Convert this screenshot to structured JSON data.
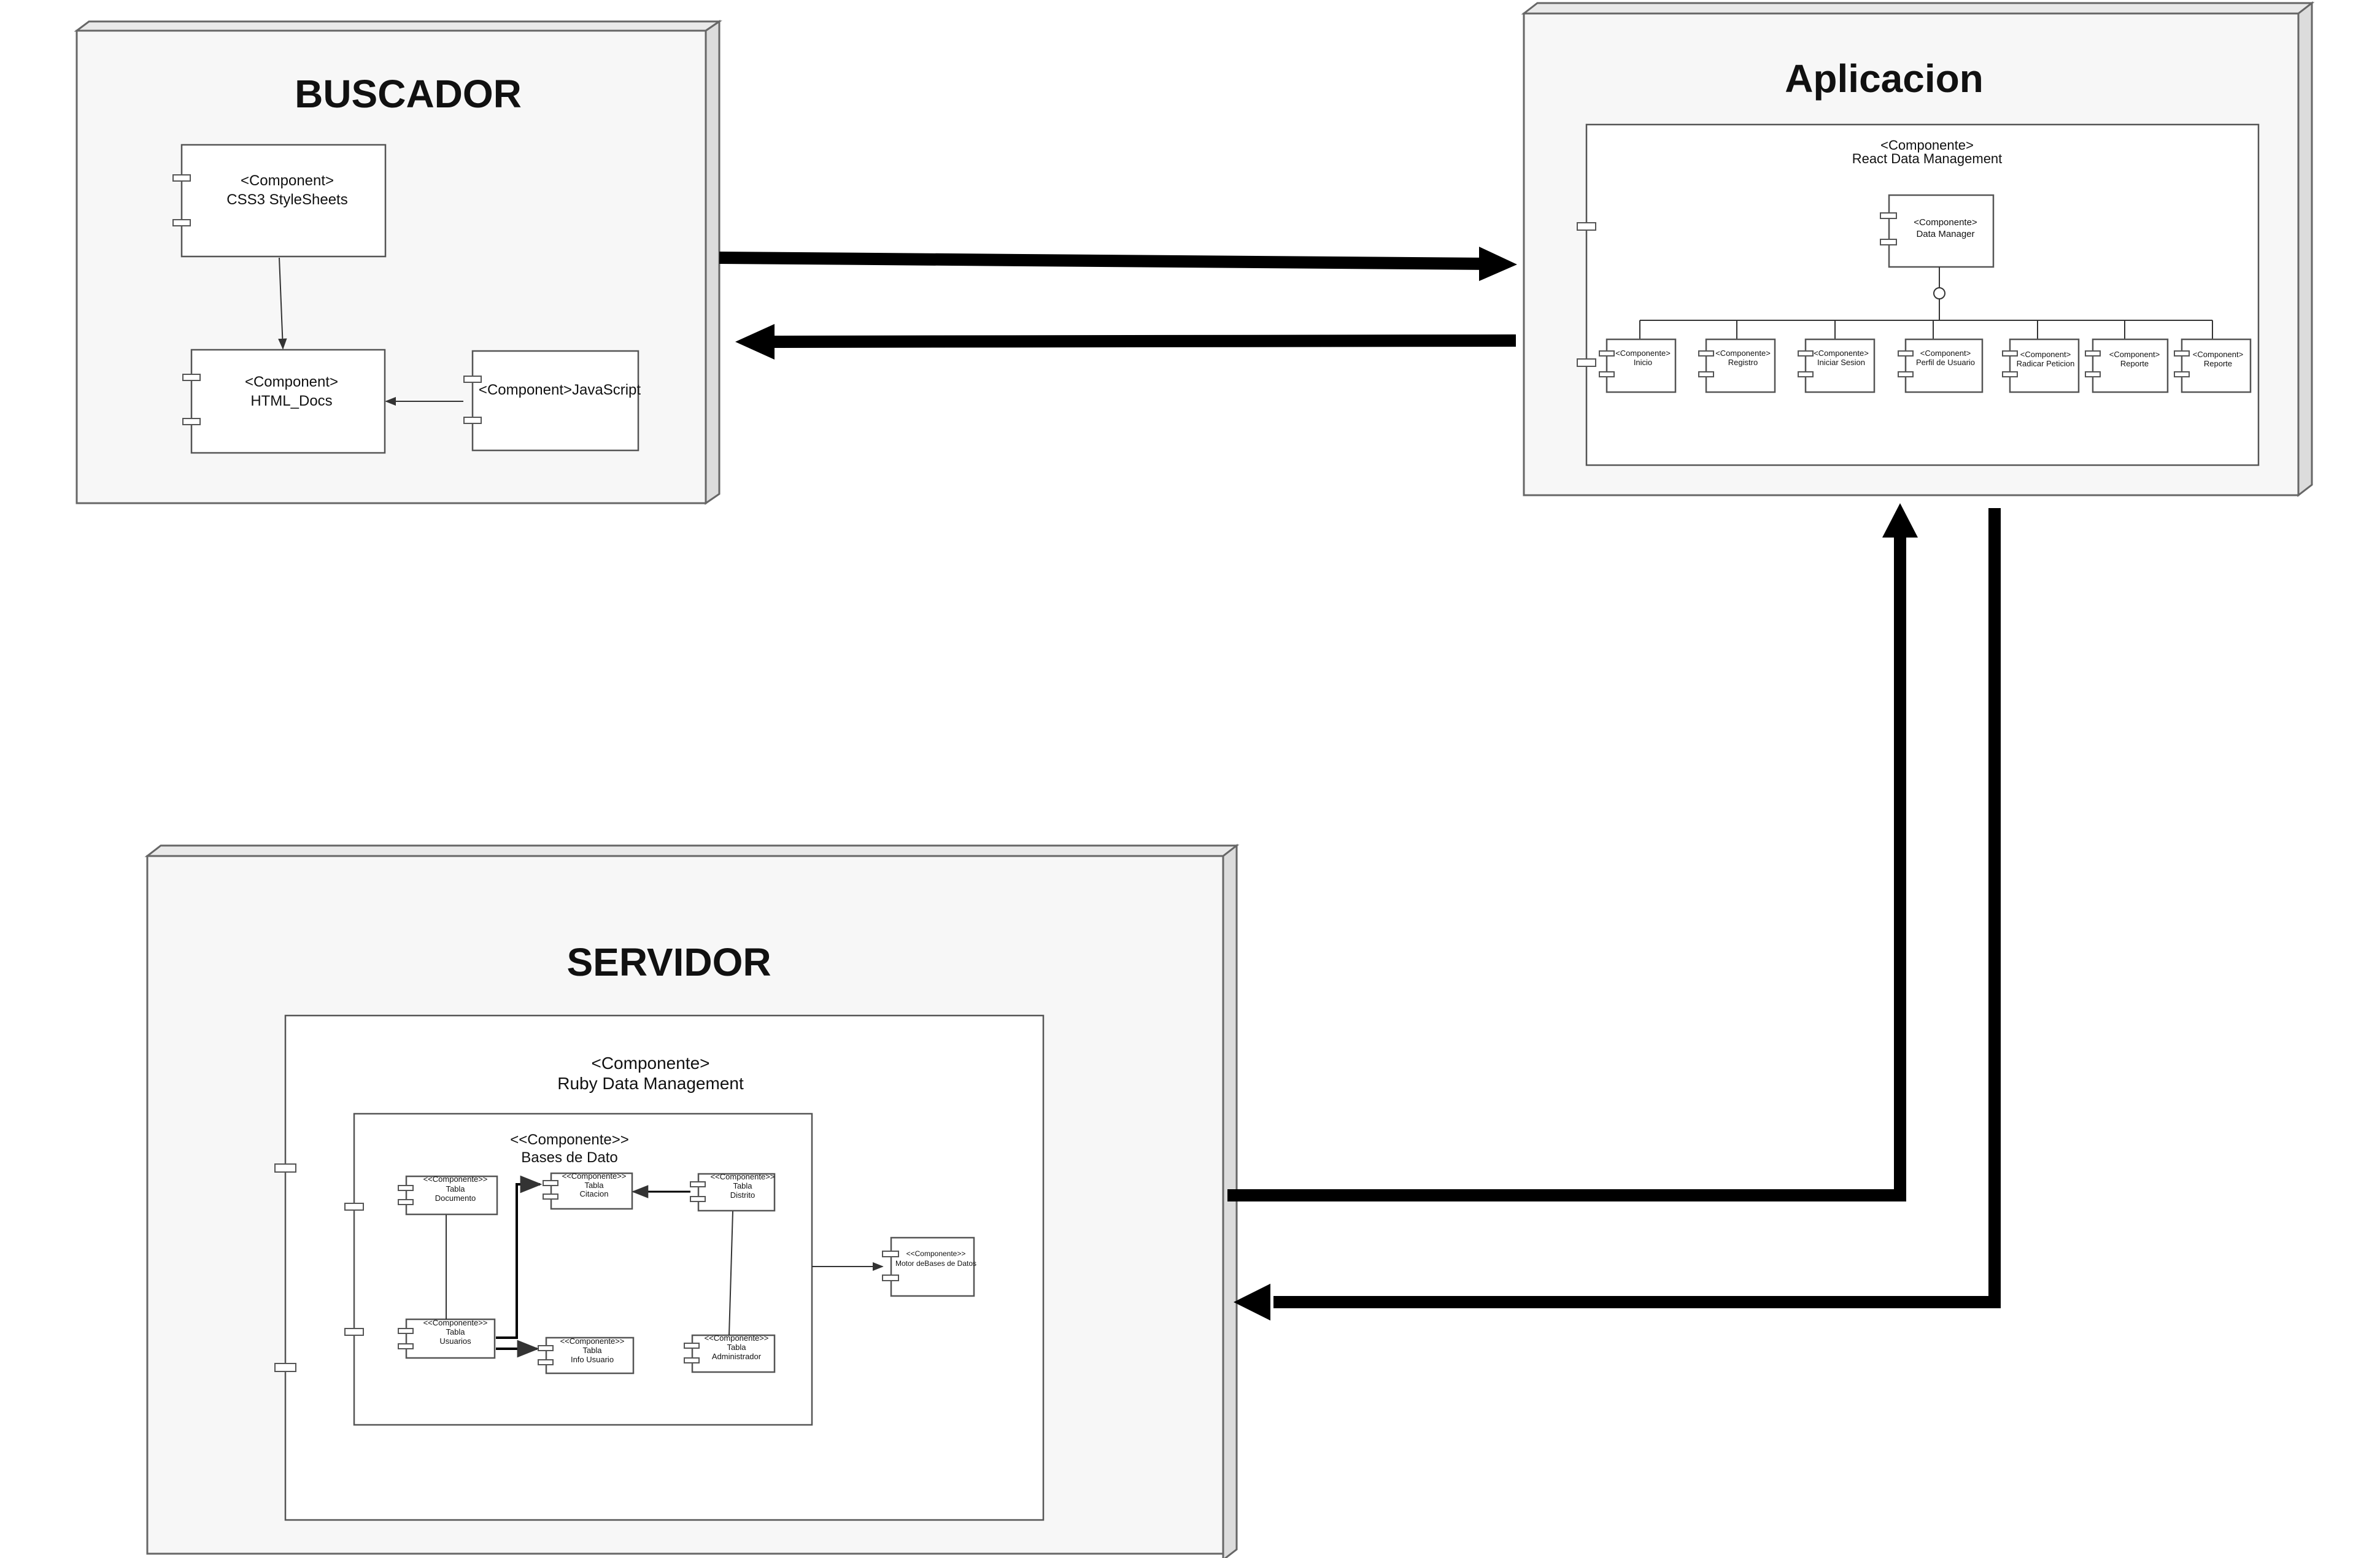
{
  "nodes": {
    "buscador": {
      "title": "BUSCADOR",
      "css": {
        "stereotype": "<Component>",
        "name": "CSS3 StyleSheets"
      },
      "html": {
        "stereotype": "<Component>",
        "name": "HTML_Docs"
      },
      "js": {
        "label": "<Component>JavaScript"
      }
    },
    "aplicacion": {
      "title": "Aplicacion",
      "react": {
        "stereotype": "<Componente>",
        "name": "React Data Management"
      },
      "data_manager": {
        "stereotype": "<Componente>",
        "name": "Data Manager"
      },
      "children": [
        {
          "stereotype": "<Componente>",
          "name": "Inicio"
        },
        {
          "stereotype": "<Componente>",
          "name": "Registro"
        },
        {
          "stereotype": "<Componente>",
          "name": "Iniciar Sesion"
        },
        {
          "stereotype": "<Component>",
          "name": "Perfil de Usuario"
        },
        {
          "stereotype": "<Component>",
          "name": "Radicar Peticion"
        },
        {
          "stereotype": "<Component>",
          "name": "Reporte"
        },
        {
          "stereotype": "<Component>",
          "name": "Reporte"
        }
      ]
    },
    "servidor": {
      "title": "SERVIDOR",
      "ruby": {
        "stereotype": "<Componente>",
        "name": "Ruby Data Management"
      },
      "db": {
        "stereotype": "<<Componente>>",
        "name": "Bases de Dato"
      },
      "tables": {
        "documento": {
          "stereotype": "<<Componente>>",
          "line1": "Tabla",
          "line2": "Documento"
        },
        "citacion": {
          "stereotype": "<<Componente>>",
          "line1": "Tabla",
          "line2": "Citacion"
        },
        "distrito": {
          "stereotype": "<<Componente>>",
          "line1": "Tabla",
          "line2": "Distrito"
        },
        "usuarios": {
          "stereotype": "<<Componente>>",
          "line1": "Tabla",
          "line2": "Usuarios"
        },
        "info_usuario": {
          "stereotype": "<<Componente>>",
          "line1": "Tabla",
          "line2": "Info Usuario"
        },
        "administrador": {
          "stereotype": "<<Componente>>",
          "line1": "Tabla",
          "line2": "Administrador"
        }
      },
      "motor": {
        "stereotype": "<<Componente>>",
        "name": "Motor deBases de Datos"
      }
    }
  }
}
